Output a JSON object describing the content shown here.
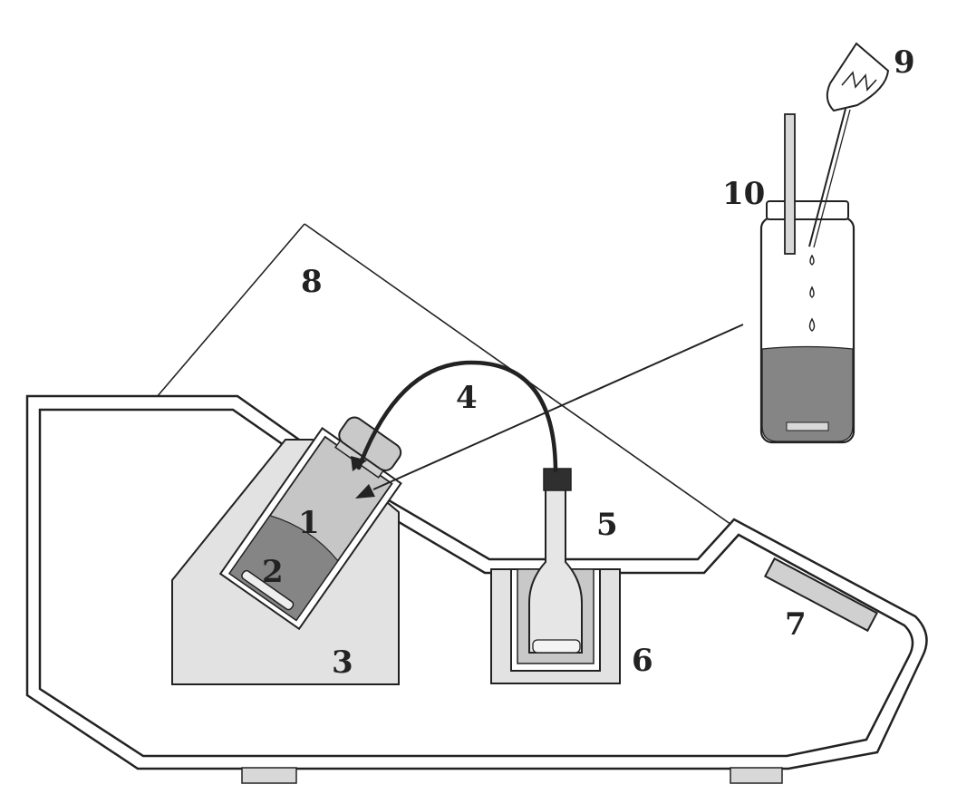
{
  "labels": {
    "l1": "1",
    "l2": "2",
    "l3": "3",
    "l4": "4",
    "l5": "5",
    "l6": "6",
    "l7": "7",
    "l8": "8",
    "l9": "9",
    "l10": "10"
  },
  "colors": {
    "outline": "#222222",
    "block_fill": "#e2e2e2",
    "liquid_dark": "#858585",
    "liquid_light": "#c6c6c6",
    "cap": "#2f2f2f",
    "foot": "#d8d8d8"
  }
}
